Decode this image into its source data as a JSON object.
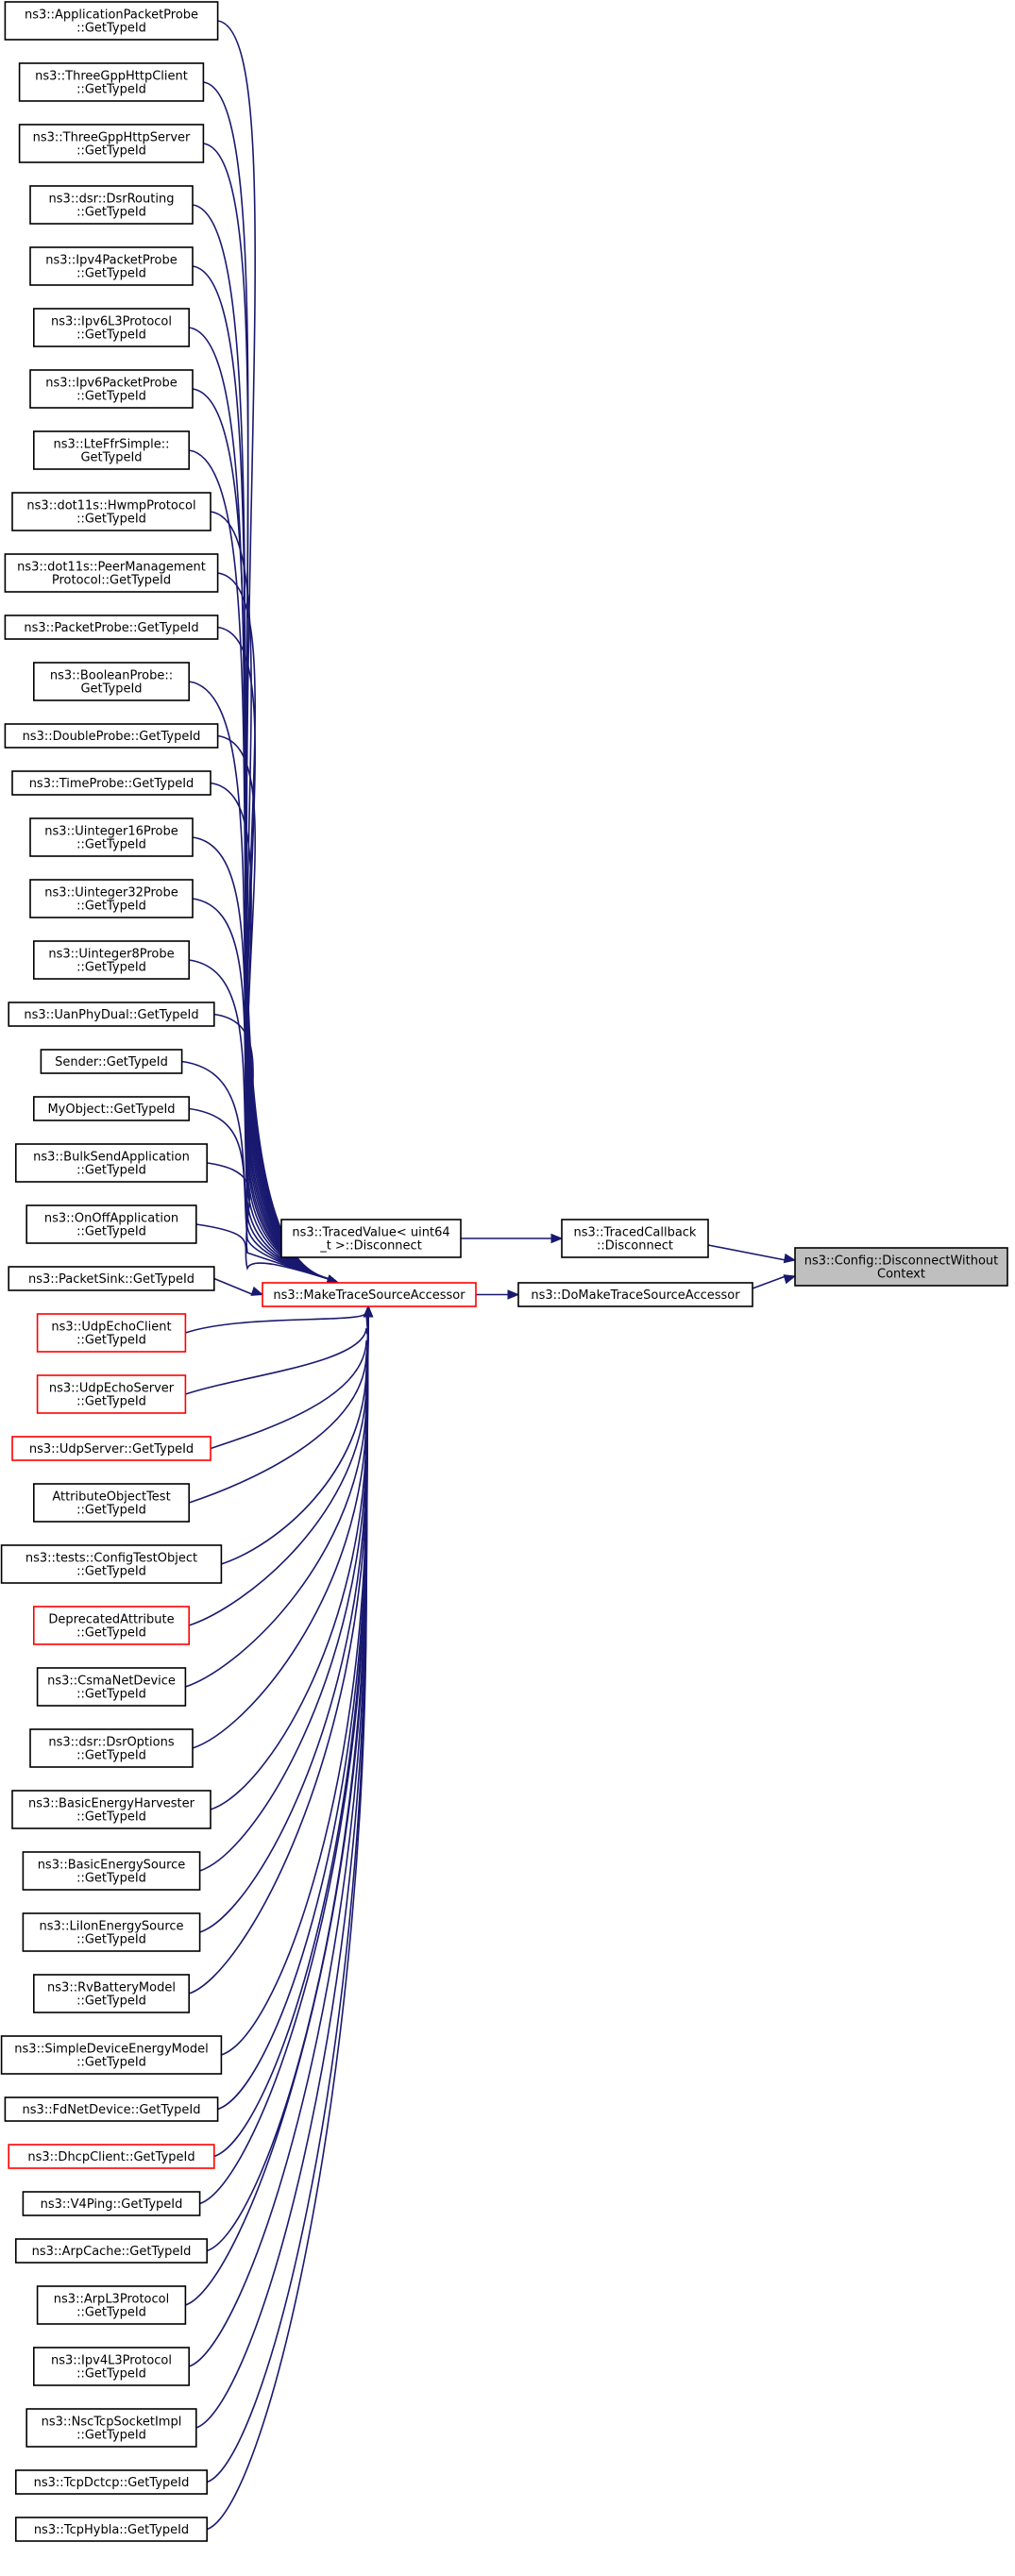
{
  "graph": {
    "focus": [
      "ns3::Config::DisconnectWithout",
      "Context"
    ],
    "mid_nodes": {
      "traced_callback": [
        "ns3::TracedCallback",
        "::Disconnect"
      ],
      "traced_value": [
        "ns3::TracedValue< uint64",
        "_t >::Disconnect"
      ],
      "do_make": [
        "ns3::DoMakeTraceSourceAccessor"
      ],
      "make": [
        "ns3::MakeTraceSourceAccessor"
      ]
    },
    "callers": [
      {
        "lines": [
          "ns3::ApplicationPacketProbe",
          "::GetTypeId"
        ],
        "red": false
      },
      {
        "lines": [
          "ns3::ThreeGppHttpClient",
          "::GetTypeId"
        ],
        "red": false
      },
      {
        "lines": [
          "ns3::ThreeGppHttpServer",
          "::GetTypeId"
        ],
        "red": false
      },
      {
        "lines": [
          "ns3::dsr::DsrRouting",
          "::GetTypeId"
        ],
        "red": false
      },
      {
        "lines": [
          "ns3::Ipv4PacketProbe",
          "::GetTypeId"
        ],
        "red": false
      },
      {
        "lines": [
          "ns3::Ipv6L3Protocol",
          "::GetTypeId"
        ],
        "red": false
      },
      {
        "lines": [
          "ns3::Ipv6PacketProbe",
          "::GetTypeId"
        ],
        "red": false
      },
      {
        "lines": [
          "ns3::LteFfrSimple::",
          "GetTypeId"
        ],
        "red": false
      },
      {
        "lines": [
          "ns3::dot11s::HwmpProtocol",
          "::GetTypeId"
        ],
        "red": false
      },
      {
        "lines": [
          "ns3::dot11s::PeerManagement",
          "Protocol::GetTypeId"
        ],
        "red": false
      },
      {
        "lines": [
          "ns3::PacketProbe::GetTypeId"
        ],
        "red": false
      },
      {
        "lines": [
          "ns3::BooleanProbe::",
          "GetTypeId"
        ],
        "red": false
      },
      {
        "lines": [
          "ns3::DoubleProbe::GetTypeId"
        ],
        "red": false
      },
      {
        "lines": [
          "ns3::TimeProbe::GetTypeId"
        ],
        "red": false
      },
      {
        "lines": [
          "ns3::Uinteger16Probe",
          "::GetTypeId"
        ],
        "red": false
      },
      {
        "lines": [
          "ns3::Uinteger32Probe",
          "::GetTypeId"
        ],
        "red": false
      },
      {
        "lines": [
          "ns3::Uinteger8Probe",
          "::GetTypeId"
        ],
        "red": false
      },
      {
        "lines": [
          "ns3::UanPhyDual::GetTypeId"
        ],
        "red": false
      },
      {
        "lines": [
          "Sender::GetTypeId"
        ],
        "red": false
      },
      {
        "lines": [
          "MyObject::GetTypeId"
        ],
        "red": false
      },
      {
        "lines": [
          "ns3::BulkSendApplication",
          "::GetTypeId"
        ],
        "red": false
      },
      {
        "lines": [
          "ns3::OnOffApplication",
          "::GetTypeId"
        ],
        "red": false
      },
      {
        "lines": [
          "ns3::PacketSink::GetTypeId"
        ],
        "red": false
      },
      {
        "lines": [
          "ns3::UdpEchoClient",
          "::GetTypeId"
        ],
        "red": true
      },
      {
        "lines": [
          "ns3::UdpEchoServer",
          "::GetTypeId"
        ],
        "red": true
      },
      {
        "lines": [
          "ns3::UdpServer::GetTypeId"
        ],
        "red": true
      },
      {
        "lines": [
          "AttributeObjectTest",
          "::GetTypeId"
        ],
        "red": false
      },
      {
        "lines": [
          "ns3::tests::ConfigTestObject",
          "::GetTypeId"
        ],
        "red": false
      },
      {
        "lines": [
          "DeprecatedAttribute",
          "::GetTypeId"
        ],
        "red": true
      },
      {
        "lines": [
          "ns3::CsmaNetDevice",
          "::GetTypeId"
        ],
        "red": false
      },
      {
        "lines": [
          "ns3::dsr::DsrOptions",
          "::GetTypeId"
        ],
        "red": false
      },
      {
        "lines": [
          "ns3::BasicEnergyHarvester",
          "::GetTypeId"
        ],
        "red": false
      },
      {
        "lines": [
          "ns3::BasicEnergySource",
          "::GetTypeId"
        ],
        "red": false
      },
      {
        "lines": [
          "ns3::LiIonEnergySource",
          "::GetTypeId"
        ],
        "red": false
      },
      {
        "lines": [
          "ns3::RvBatteryModel",
          "::GetTypeId"
        ],
        "red": false
      },
      {
        "lines": [
          "ns3::SimpleDeviceEnergyModel",
          "::GetTypeId"
        ],
        "red": false
      },
      {
        "lines": [
          "ns3::FdNetDevice::GetTypeId"
        ],
        "red": false
      },
      {
        "lines": [
          "ns3::DhcpClient::GetTypeId"
        ],
        "red": true
      },
      {
        "lines": [
          "ns3::V4Ping::GetTypeId"
        ],
        "red": false
      },
      {
        "lines": [
          "ns3::ArpCache::GetTypeId"
        ],
        "red": false
      },
      {
        "lines": [
          "ns3::ArpL3Protocol",
          "::GetTypeId"
        ],
        "red": false
      },
      {
        "lines": [
          "ns3::Ipv4L3Protocol",
          "::GetTypeId"
        ],
        "red": false
      },
      {
        "lines": [
          "ns3::NscTcpSocketImpl",
          "::GetTypeId"
        ],
        "red": false
      },
      {
        "lines": [
          "ns3::TcpDctcp::GetTypeId"
        ],
        "red": false
      },
      {
        "lines": [
          "ns3::TcpHybla::GetTypeId"
        ],
        "red": false
      }
    ]
  }
}
